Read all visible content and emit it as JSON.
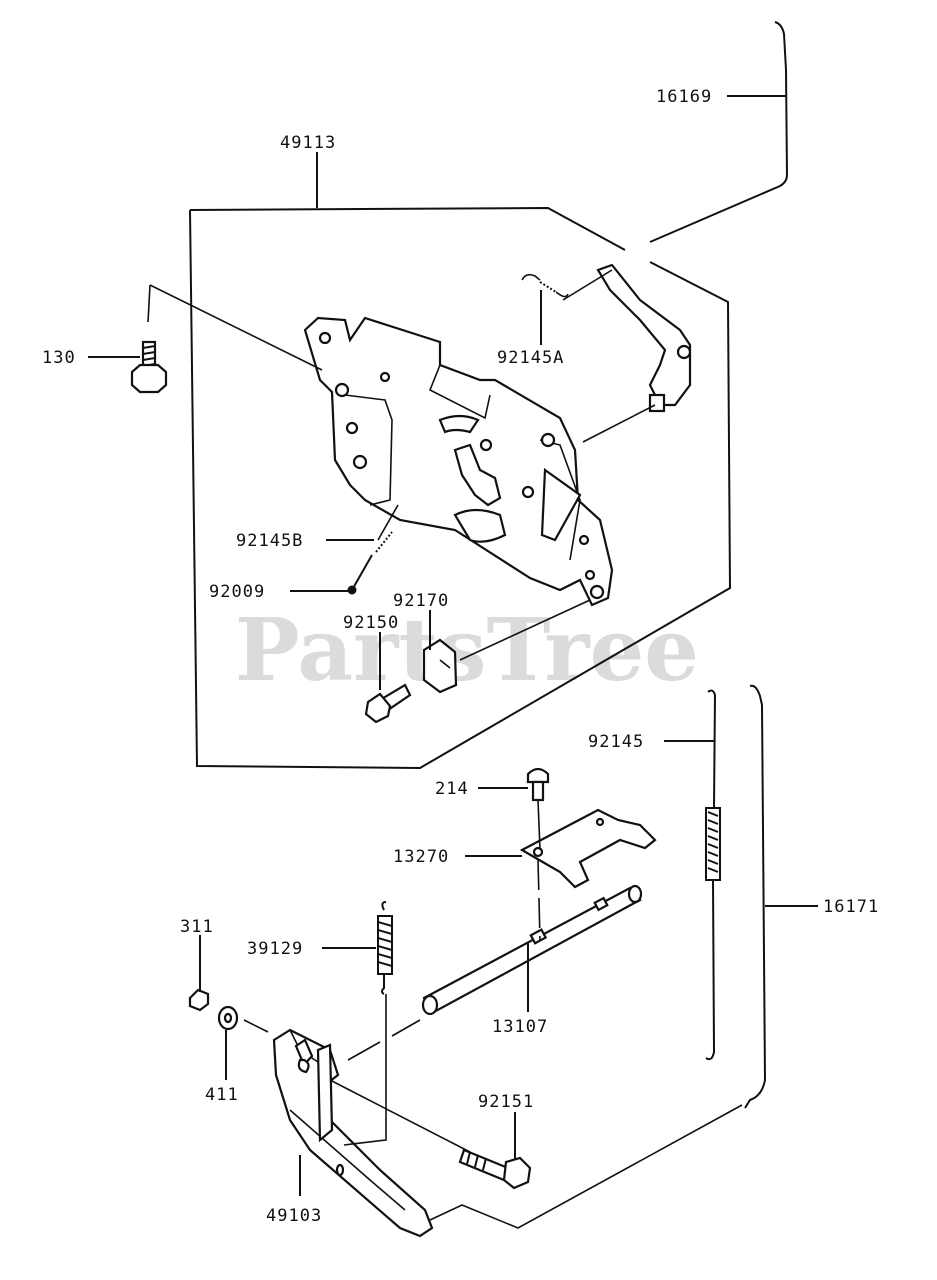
{
  "watermark": "PartsTree",
  "labels": {
    "p16169": "16169",
    "p49113": "49113",
    "p130": "130",
    "p92145A": "92145A",
    "p92145B": "92145B",
    "p92009": "92009",
    "p92170": "92170",
    "p92150": "92150",
    "p92145": "92145",
    "p214": "214",
    "p13270": "13270",
    "p16171": "16171",
    "p311": "311",
    "p39129": "39129",
    "p13107": "13107",
    "p411": "411",
    "p92151": "92151",
    "p49103": "49103"
  }
}
